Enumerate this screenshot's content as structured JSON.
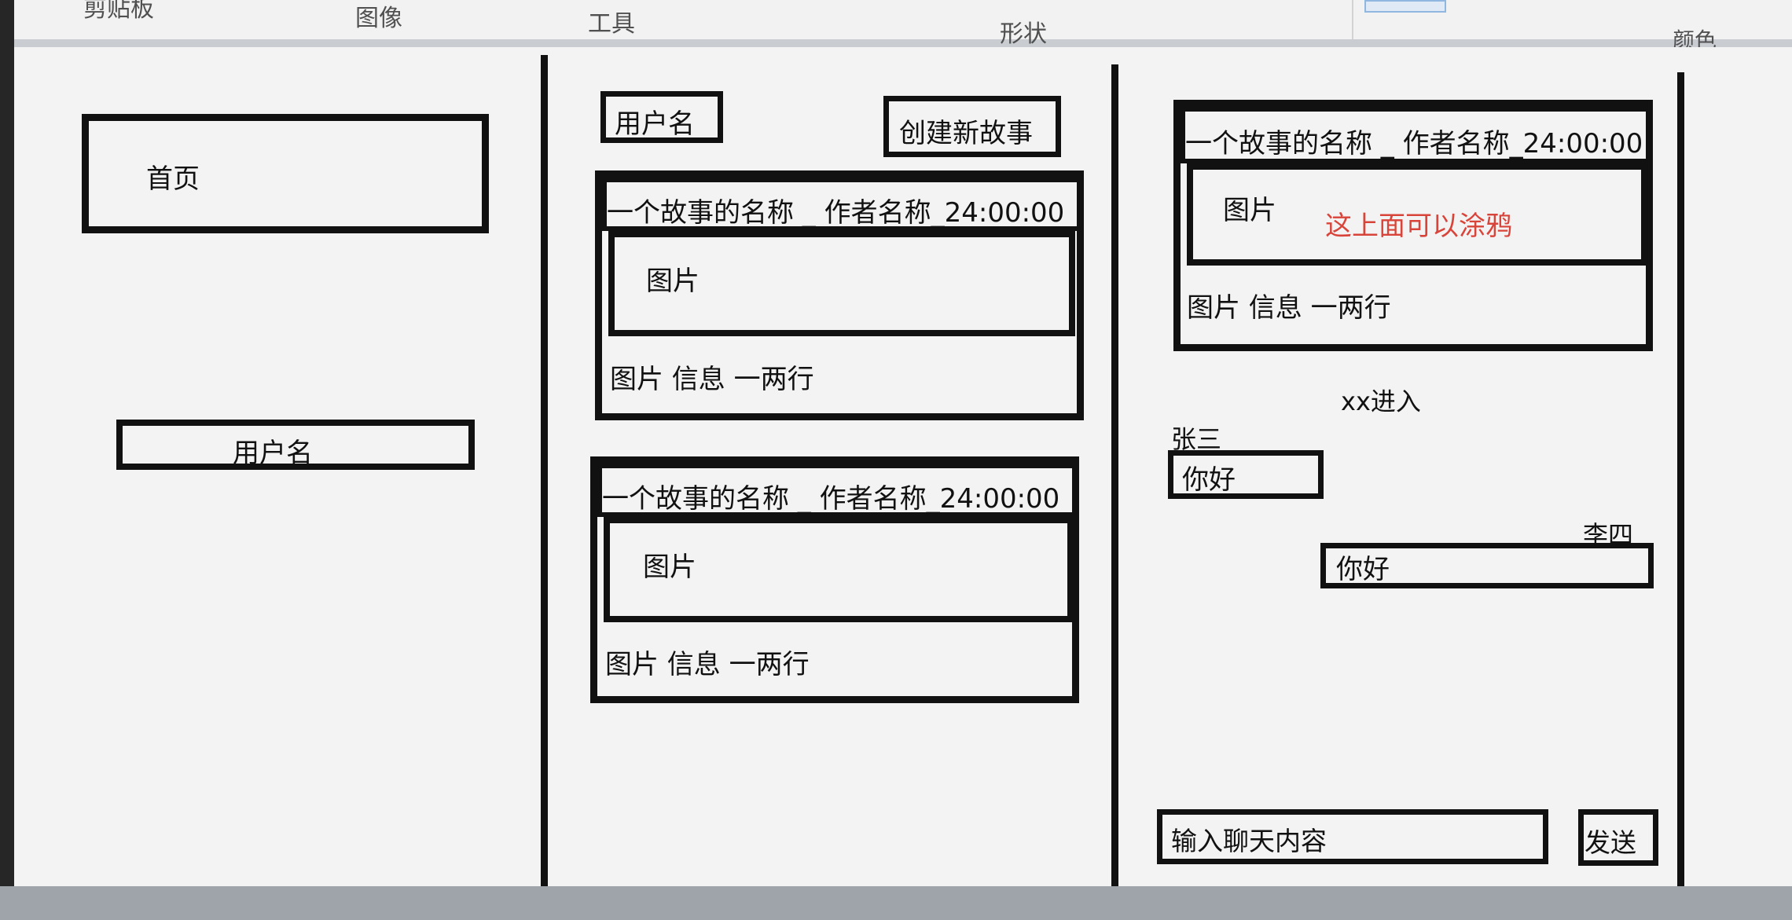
{
  "ribbon": {
    "clipboard": "剪贴板",
    "image": "图像",
    "tools": "工具",
    "shapes": "形状",
    "colors": "颜色"
  },
  "left_panel": {
    "home_button": "首页",
    "username_button": "用户名"
  },
  "middle_panel": {
    "username_label": "用户名",
    "create_story_button": "创建新故事",
    "stories": [
      {
        "title": "一个故事的名称 _ 作者名称_24:00:00",
        "image_label": "图片",
        "info": "图片 信息 一两行"
      },
      {
        "title": "一个故事的名称 _ 作者名称_24:00:00",
        "image_label": "图片",
        "info": "图片 信息 一两行"
      }
    ]
  },
  "right_panel": {
    "story": {
      "title": "一个故事的名称 _ 作者名称_24:00:00",
      "image_label": "图片",
      "doodle_note": "这上面可以涂鸦",
      "info": "图片 信息 一两行"
    },
    "chat": {
      "join_notice": "xx进入",
      "messages": [
        {
          "sender": "张三",
          "text": "你好",
          "side": "left"
        },
        {
          "sender": "李四",
          "text": "你好",
          "side": "right"
        }
      ],
      "input_placeholder": "输入聊天内容",
      "send_button": "发送"
    }
  },
  "colors": {
    "ink": "#111111",
    "annotation_red": "#d9443a",
    "canvas": "#f3f3f3"
  }
}
